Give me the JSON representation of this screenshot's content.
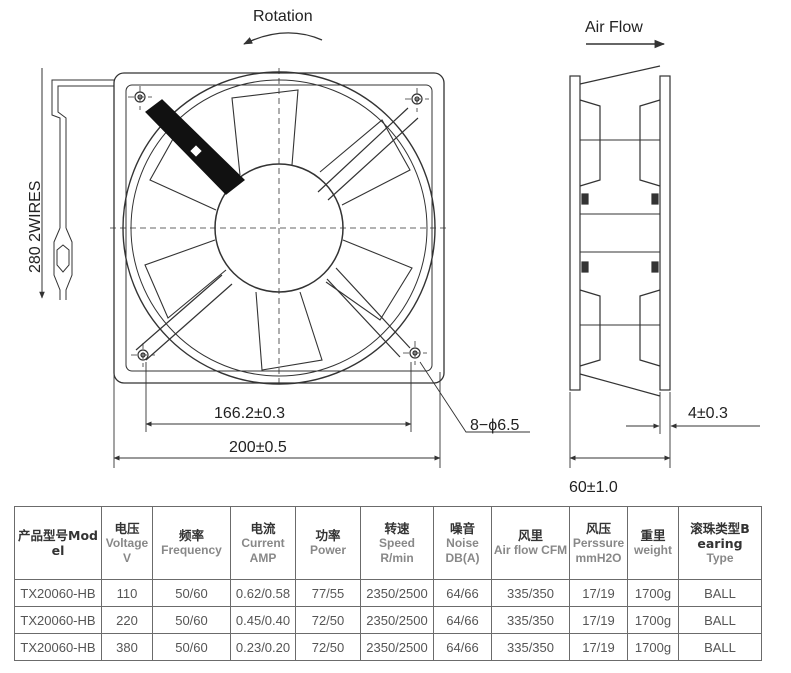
{
  "labels": {
    "rotation": "Rotation",
    "air_flow": "Air Flow",
    "wires": "280 2WIRES",
    "dim_hole_spacing": "166.2±0.3",
    "dim_width": "200±0.5",
    "dim_holes": "8−ϕ6.5",
    "dim_flange": "4±0.3",
    "dim_depth": "60±1.0"
  },
  "table": {
    "headers": [
      {
        "zh": "产品型号Mod el",
        "en": ""
      },
      {
        "zh": "电压",
        "en": "Voltage V"
      },
      {
        "zh": "频率",
        "en": "Frequency"
      },
      {
        "zh": "电流",
        "en": "Current AMP"
      },
      {
        "zh": "功率",
        "en": "Power"
      },
      {
        "zh": "转速",
        "en": "Speed R/min"
      },
      {
        "zh": "噪音",
        "en": "Noise DB(A)"
      },
      {
        "zh": "风里",
        "en": "Air flow CFM"
      },
      {
        "zh": "风压",
        "en": "Perssure mmH2O"
      },
      {
        "zh": "重里",
        "en": "weight"
      },
      {
        "zh": "滚珠类型B earing",
        "en": "Type"
      }
    ],
    "rows": [
      [
        "TX20060-HB",
        "110",
        "50/60",
        "0.62/0.58",
        "77/55",
        "2350/2500",
        "64/66",
        "335/350",
        "17/19",
        "1700g",
        "BALL"
      ],
      [
        "TX20060-HB",
        "220",
        "50/60",
        "0.45/0.40",
        "72/50",
        "2350/2500",
        "64/66",
        "335/350",
        "17/19",
        "1700g",
        "BALL"
      ],
      [
        "TX20060-HB",
        "380",
        "50/60",
        "0.23/0.20",
        "72/50",
        "2350/2500",
        "64/66",
        "335/350",
        "17/19",
        "1700g",
        "BALL"
      ]
    ]
  }
}
